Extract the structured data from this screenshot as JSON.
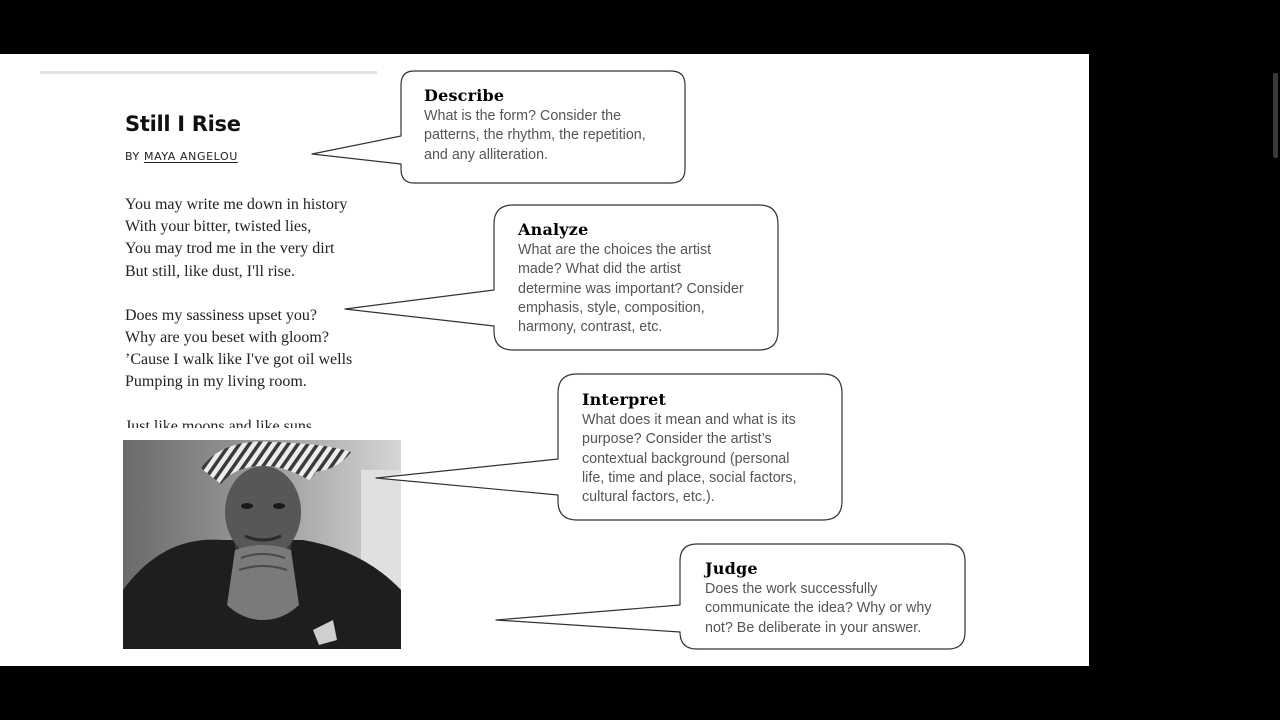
{
  "poem": {
    "title": "Still I Rise",
    "by": "BY",
    "author": "MAYA ANGELOU",
    "stanzas": [
      [
        "You may write me down in history",
        "With your bitter, twisted lies,",
        "You may trod me in the very dirt",
        "But still, like dust, I'll rise."
      ],
      [
        "Does my sassiness upset you?",
        "Why are you beset with gloom?",
        "’Cause I walk like I've got oil wells",
        "Pumping in my living room."
      ],
      [
        "Just like moons and like suns"
      ]
    ]
  },
  "callouts": [
    {
      "heading": "Describe",
      "lines": [
        "What is the form? Consider the",
        "patterns, the rhythm, the repetition,",
        "and any alliteration."
      ]
    },
    {
      "heading": "Analyze",
      "lines": [
        "What are the choices the artist",
        "made? What did the artist",
        "determine was important? Consider",
        "emphasis, style, composition,",
        "harmony, contrast, etc."
      ]
    },
    {
      "heading": "Interpret",
      "lines": [
        "What does it mean and what is its",
        "purpose? Consider the artist’s",
        "contextual background (personal",
        "life, time and place, social factors,",
        "cultural factors, etc.)."
      ]
    },
    {
      "heading": "Judge",
      "lines": [
        "Does the work successfully",
        "communicate the idea? Why or why",
        "not? Be deliberate in your answer."
      ]
    }
  ],
  "colors": {
    "slide_background": "#ffffff",
    "letterbox": "#000000",
    "bubble_stroke": "#333333",
    "body_text": "#555555"
  }
}
